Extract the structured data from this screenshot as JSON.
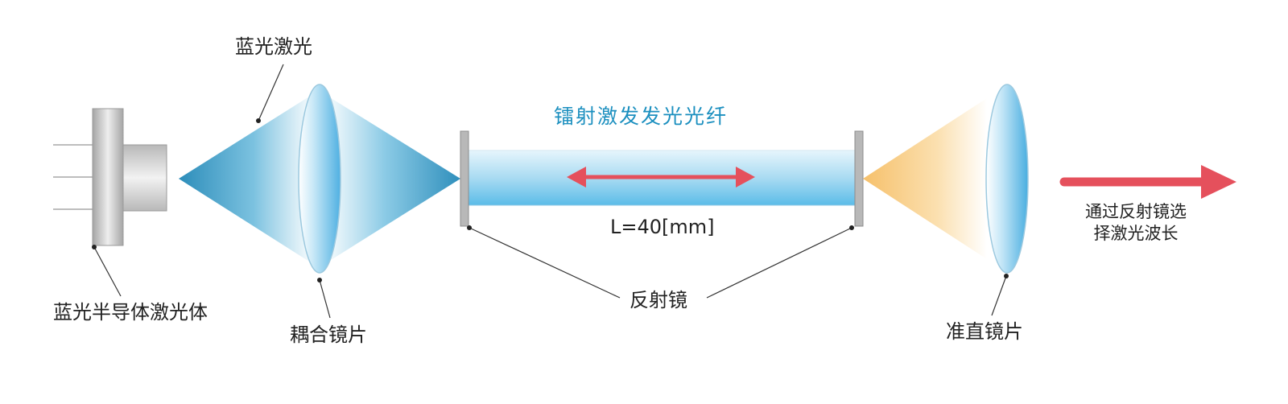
{
  "labels": {
    "blue_laser": "蓝光激光",
    "diode_body": "蓝光半导体激光体",
    "coupling_lens": "耦合镜片",
    "fiber_title": "镭射激发发光光纤",
    "length": "L=40[mm]",
    "mirror": "反射镜",
    "collimating_lens": "准直镜片",
    "output_line1": "通过反射镜选",
    "output_line2": "择激光波长"
  },
  "colors": {
    "beam_blue": "#3a9fc8",
    "lens_blue": "#5ab7e6",
    "fiber_blue": "#b7e1f4",
    "warm_beam": "#f8c878",
    "arrow_red": "#e5505c",
    "title_blue": "#1b8fbf",
    "metal_gray": "#b5b5b5"
  }
}
